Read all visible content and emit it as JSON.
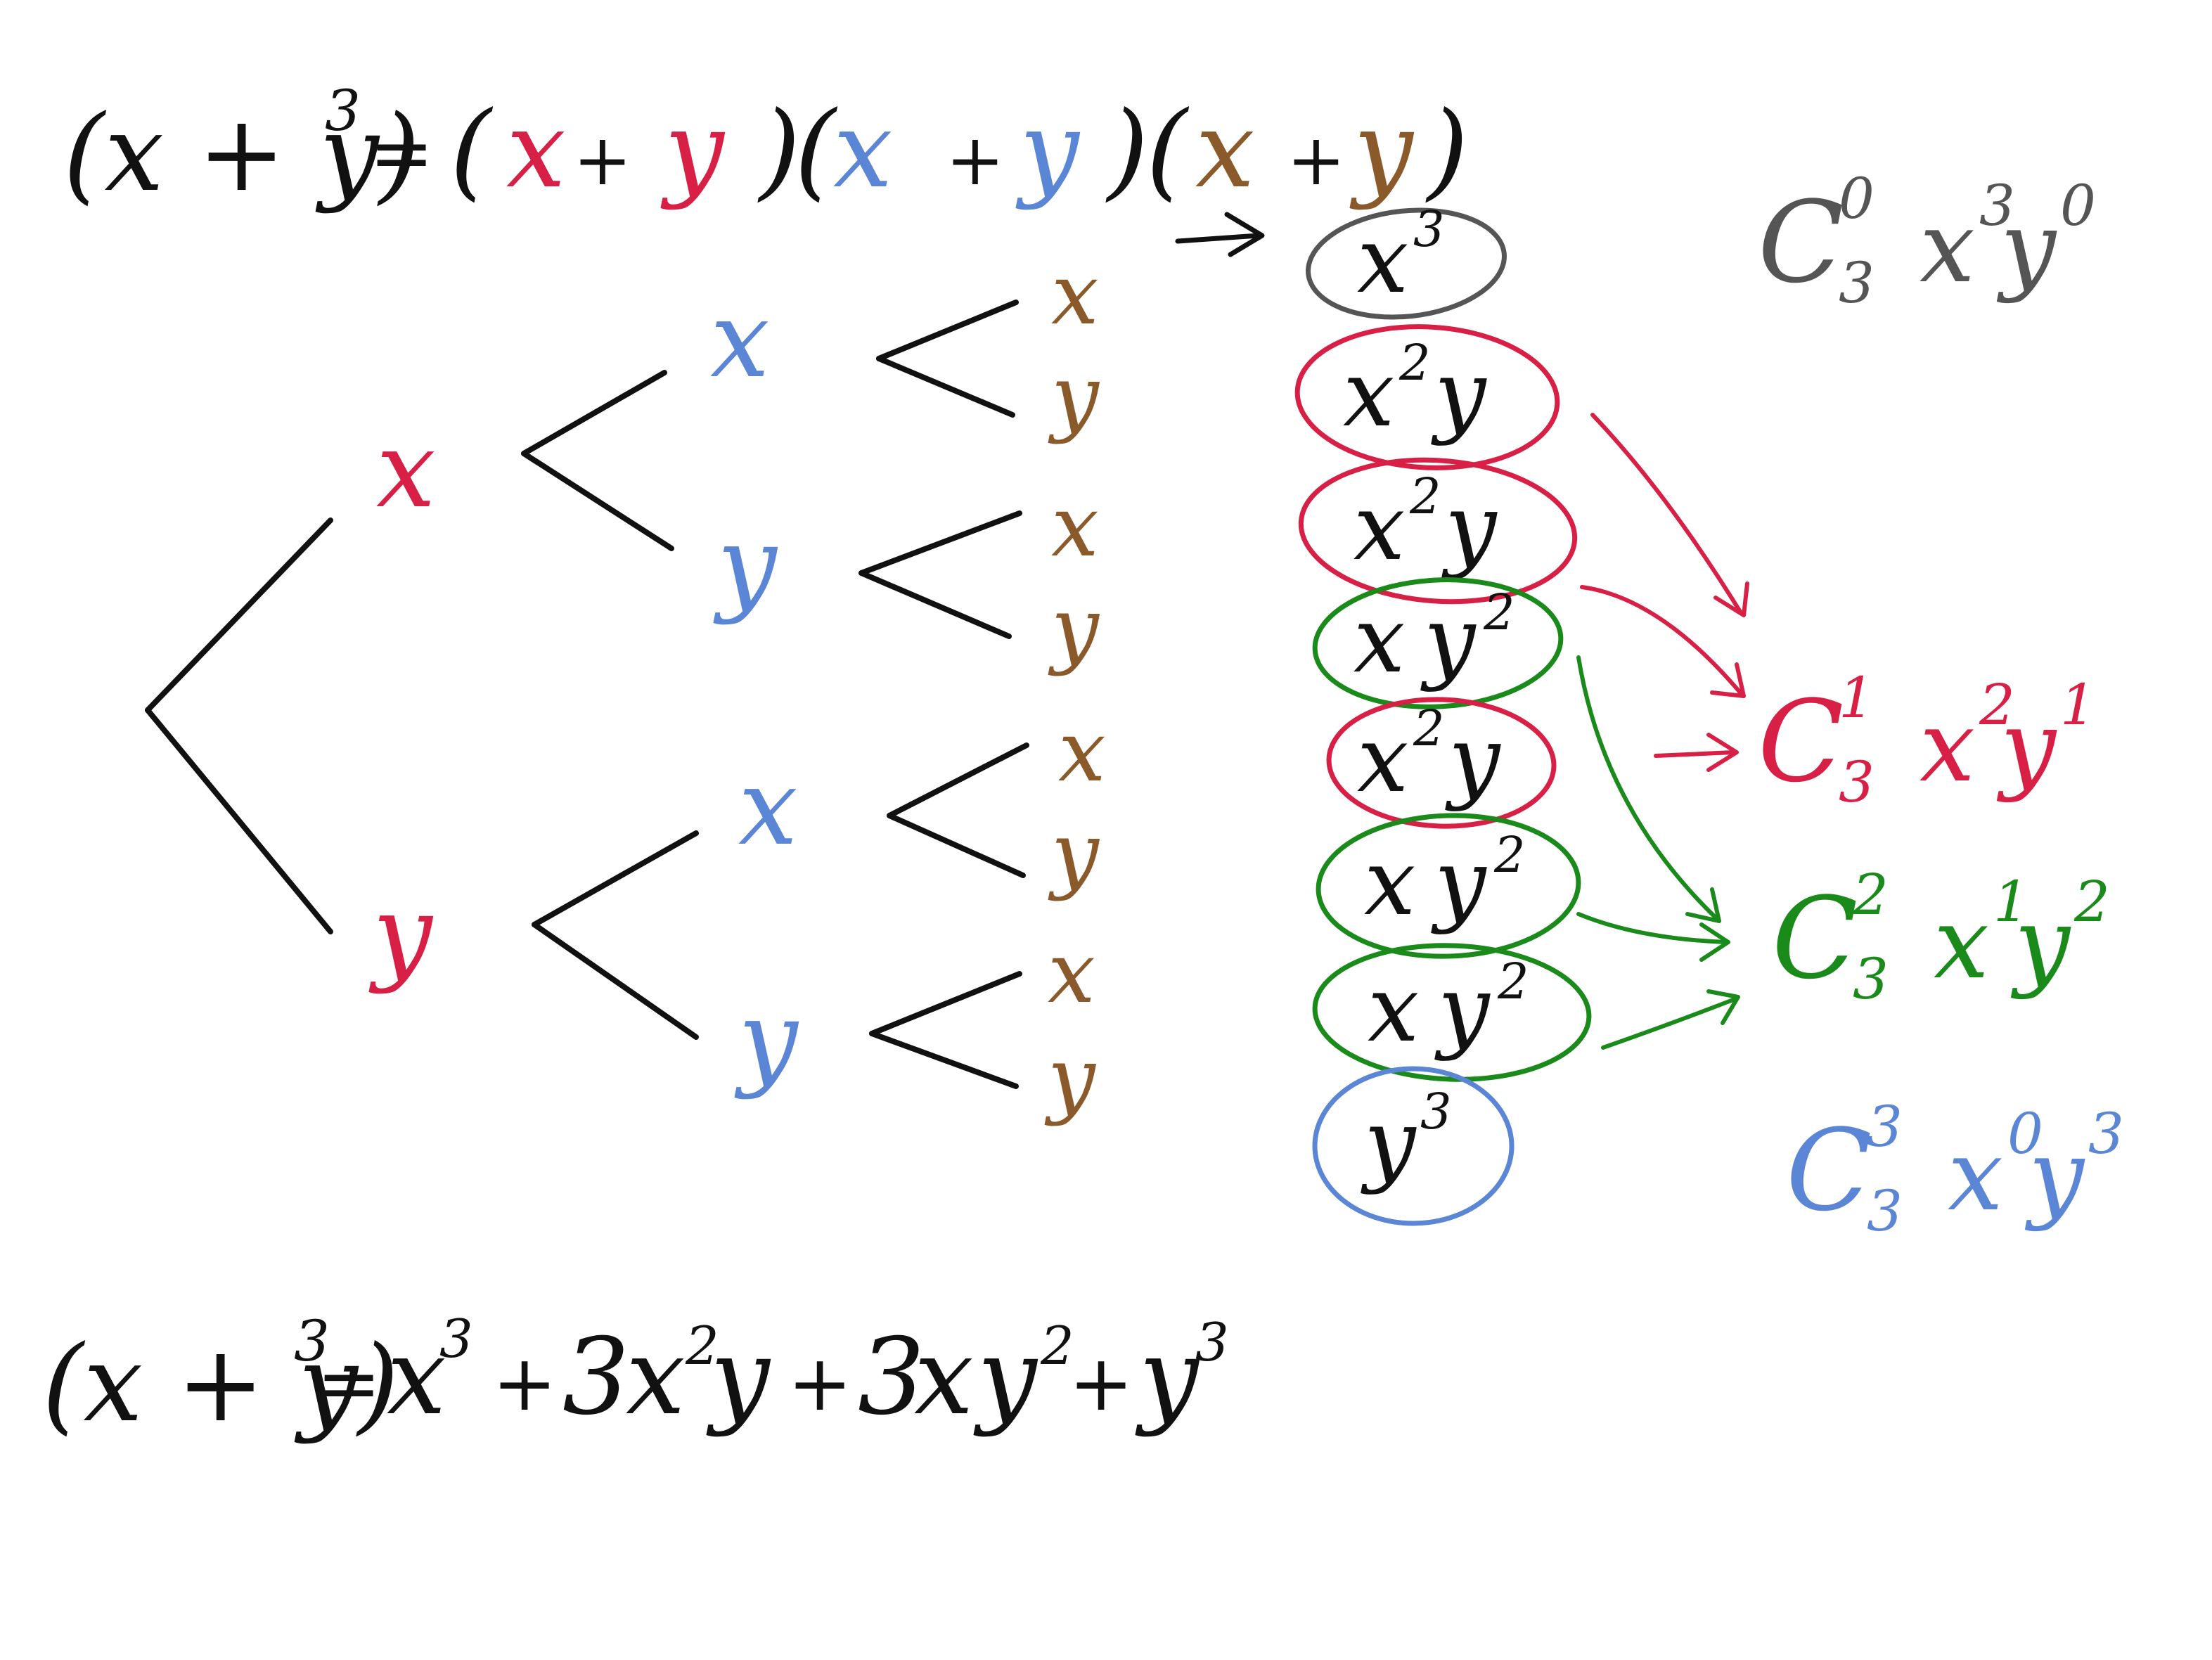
{
  "colors": {
    "ink": "#111111",
    "factor1": "#d81f45",
    "factor2": "#5b86d6",
    "factor3": "#8b5a2b",
    "gray": "#555555",
    "green": "#1a8a1a"
  },
  "top_equation": {
    "lhs": "(x + y)",
    "lhs_exp": "3",
    "equals": "=",
    "open": "(",
    "close": ")",
    "plus": "+",
    "x": "x",
    "y": "y"
  },
  "tree": {
    "level1": [
      "x",
      "y"
    ],
    "level2": [
      "x",
      "y",
      "x",
      "y"
    ],
    "level3": [
      "x",
      "y",
      "x",
      "y",
      "x",
      "y",
      "x",
      "y"
    ]
  },
  "products": [
    {
      "base1": "x",
      "exp1": "3",
      "base2": "",
      "exp2": "",
      "ring": "gray"
    },
    {
      "base1": "x",
      "exp1": "2",
      "base2": "y",
      "exp2": "",
      "ring": "factor1"
    },
    {
      "base1": "x",
      "exp1": "2",
      "base2": "y",
      "exp2": "",
      "ring": "factor1"
    },
    {
      "base1": "x",
      "exp1": "",
      "base2": "y",
      "exp2": "2",
      "ring": "green"
    },
    {
      "base1": "x",
      "exp1": "2",
      "base2": "y",
      "exp2": "",
      "ring": "factor1"
    },
    {
      "base1": "x",
      "exp1": "",
      "base2": "y",
      "exp2": "2",
      "ring": "green"
    },
    {
      "base1": "x",
      "exp1": "",
      "base2": "y",
      "exp2": "2",
      "ring": "green"
    },
    {
      "base1": "y",
      "exp1": "3",
      "base2": "",
      "exp2": "",
      "ring": "factor2"
    }
  ],
  "binomial_terms": [
    {
      "C": "C",
      "n": "3",
      "k": "0",
      "x": "x",
      "xexp": "3",
      "y": "y",
      "yexp": "0",
      "color": "gray"
    },
    {
      "C": "C",
      "n": "3",
      "k": "1",
      "x": "x",
      "xexp": "2",
      "y": "y",
      "yexp": "1",
      "color": "factor1"
    },
    {
      "C": "C",
      "n": "3",
      "k": "2",
      "x": "x",
      "xexp": "1",
      "y": "y",
      "yexp": "2",
      "color": "green"
    },
    {
      "C": "C",
      "n": "3",
      "k": "3",
      "x": "x",
      "xexp": "0",
      "y": "y",
      "yexp": "3",
      "color": "factor2"
    }
  ],
  "bottom_equation": {
    "lhs": "(x + y)",
    "lhs_exp": "3",
    "equals": "=",
    "t1": "x",
    "t1_exp": "3",
    "plus1": "+",
    "t2_coef": "3",
    "t2_x": "x",
    "t2_xexp": "2",
    "t2_y": "y",
    "plus2": "+",
    "t3_coef": "3",
    "t3_x": "x",
    "t3_y": "y",
    "t3_yexp": "2",
    "plus3": "+",
    "t4": "y",
    "t4_exp": "3"
  }
}
